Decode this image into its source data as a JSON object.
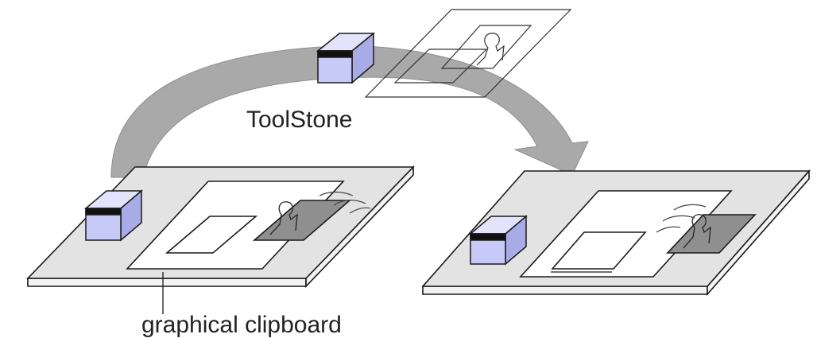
{
  "diagram": {
    "labels": {
      "toolstone": "ToolStone",
      "clipboard": "graphical clipboard"
    },
    "colors": {
      "background": "#ffffff",
      "stroke": "#1a1a1a",
      "tablet_top": "#e3e3e3",
      "tablet_side": "#f3f3f3",
      "cube_front": "#c7c9f7",
      "cube_top": "#e3e4fb",
      "cube_side": "#a8abe6",
      "cube_band": "#111111",
      "arrow": "#a9a9a9",
      "card": "#8f8f8f"
    },
    "icons": {
      "device": "toolstone-cube",
      "drag": "curved-arrow",
      "card": "silhouette-card"
    }
  }
}
